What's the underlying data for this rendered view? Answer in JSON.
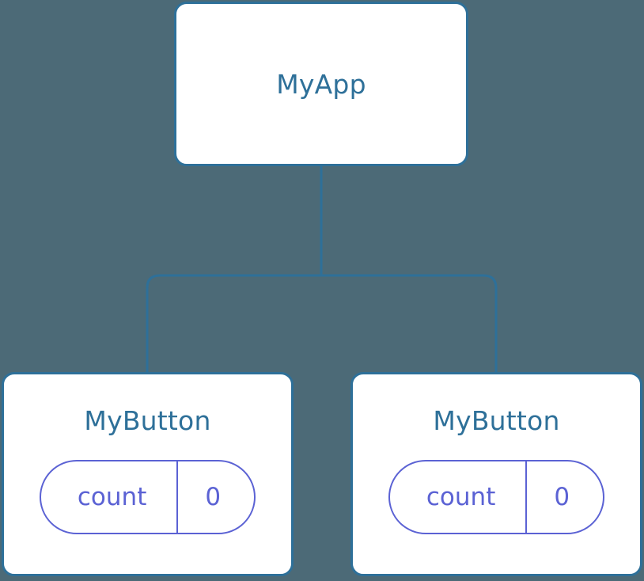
{
  "diagram": {
    "type": "component-tree",
    "background_color": "#4c6a77",
    "node_border_color": "#2e7099",
    "node_title_color": "#2e7099",
    "node_fill_color": "#ffffff",
    "edge_color": "#2e7099",
    "pill_color": "#5b62d4"
  },
  "root": {
    "title": "MyApp"
  },
  "children": [
    {
      "title": "MyButton",
      "state": {
        "key": "count",
        "value": "0"
      }
    },
    {
      "title": "MyButton",
      "state": {
        "key": "count",
        "value": "0"
      }
    }
  ]
}
